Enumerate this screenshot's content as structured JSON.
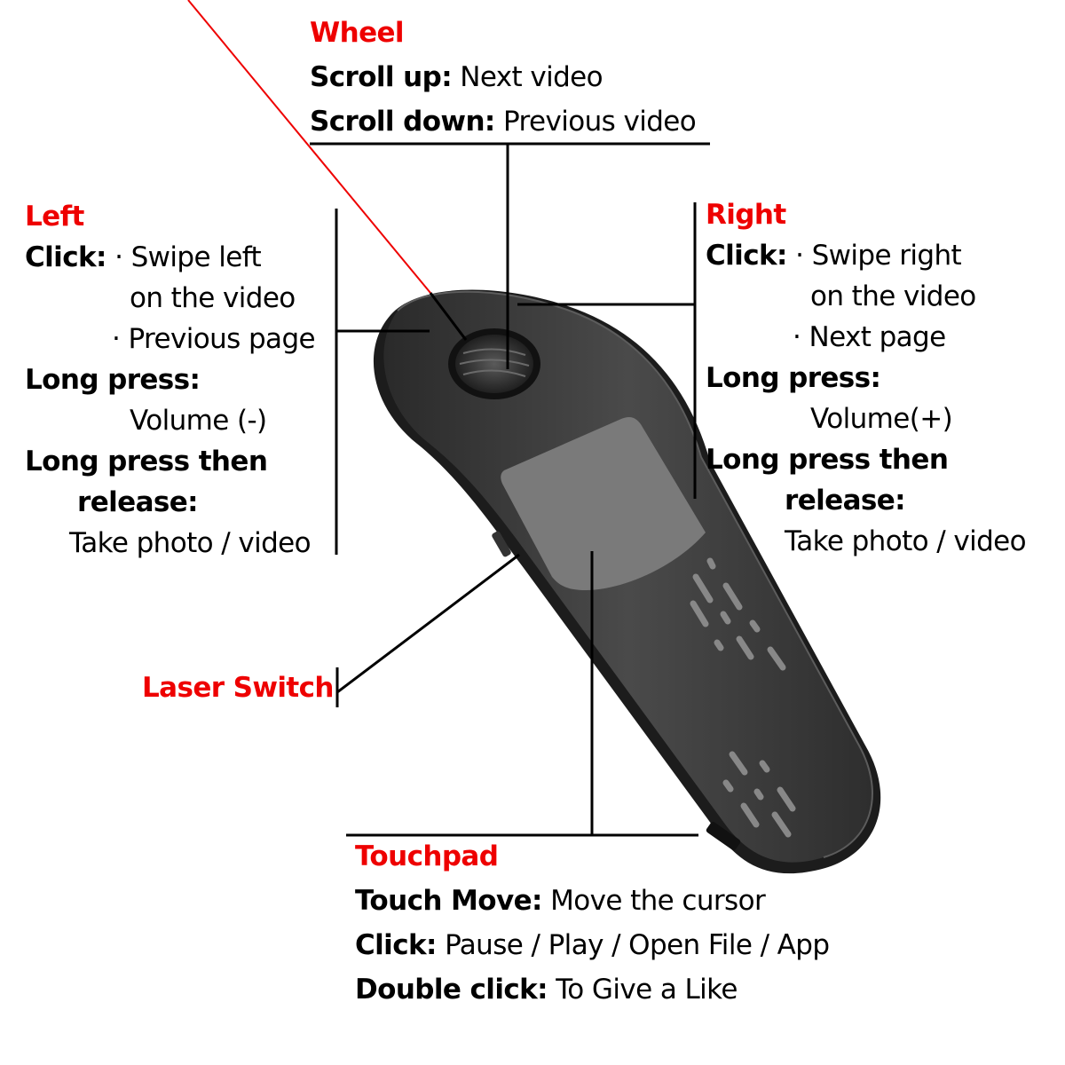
{
  "diagram": {
    "subject": "Remote control / mouse device",
    "accent_color": "#ee0000",
    "callouts": {
      "wheel": {
        "title": "Wheel",
        "rows": [
          {
            "key": "Scroll up:",
            "value": "Next video"
          },
          {
            "key": "Scroll down:",
            "value": "Previous video"
          }
        ]
      },
      "left": {
        "title": "Left",
        "click_key": "Click:",
        "click_values": [
          "· Swipe left",
          "on the video",
          "· Previous page"
        ],
        "long_press_key": "Long press:",
        "long_press_value": "Volume (-)",
        "long_press_release_key_1": "Long press then",
        "long_press_release_key_2": "release:",
        "long_press_release_value": "Take photo / video"
      },
      "right": {
        "title": "Right",
        "click_key": "Click:",
        "click_values": [
          "· Swipe right",
          "on the video",
          "· Next page"
        ],
        "long_press_key": "Long press:",
        "long_press_value": "Volume(+)",
        "long_press_release_key_1": "Long press then",
        "long_press_release_key_2": "release:",
        "long_press_release_value": "Take photo / video"
      },
      "laser_switch": {
        "title": "Laser Switch"
      },
      "touchpad": {
        "title": "Touchpad",
        "rows": [
          {
            "key": "Touch Move:",
            "value": "Move the cursor"
          },
          {
            "key": "Click:",
            "value": "Pause / Play / Open File / App"
          },
          {
            "key": "Double click:",
            "value": "To Give a Like"
          }
        ]
      }
    }
  }
}
